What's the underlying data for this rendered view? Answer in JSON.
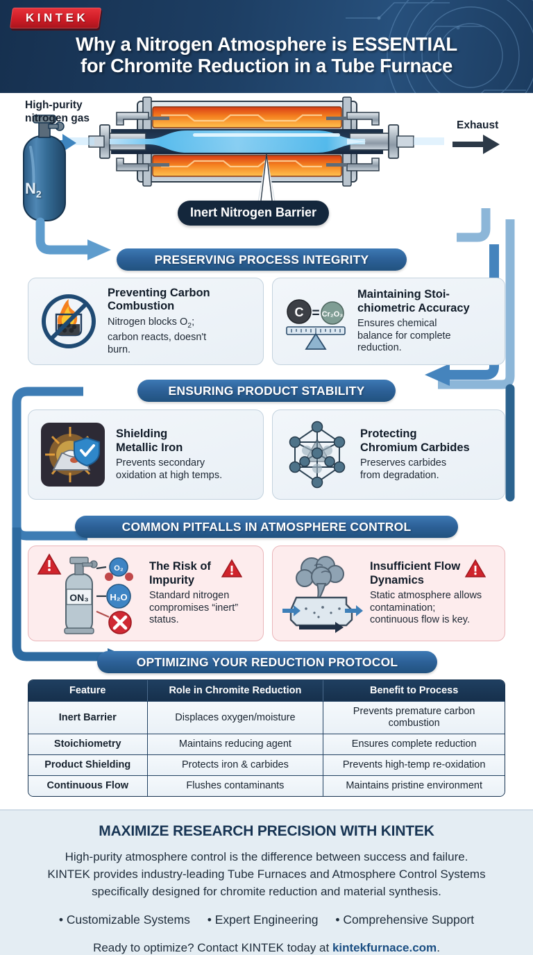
{
  "header": {
    "logo_text": "KINTEK",
    "title_line1": "Why a Nitrogen Atmosphere is ESSENTIAL",
    "title_line2": "for Chromite Reduction in a Tube Furnace",
    "bg_color": "#1d3e63"
  },
  "diagram": {
    "inlet_label": "High-purity\nnitrogen gas",
    "inlet_label_l1": "High-purity",
    "inlet_label_l2": "nitrogen gas",
    "cylinder_label": "N",
    "cylinder_sub": "2",
    "outlet_label": "Exhaust",
    "callout": "Inert Nitrogen Barrier"
  },
  "sections": [
    {
      "badge": "PRESERVING PROCESS INTEGRITY",
      "cards": [
        {
          "icon": "no-fire-beaker-icon",
          "title": "Preventing Carbon Combustion",
          "title_l1": "Preventing Carbon",
          "title_l2": "Combustion",
          "desc_l1": "Nitrogen blocks O",
          "desc_sub": "2",
          "desc_l1b": ";",
          "desc_l2": "carbon reacts, doesn't",
          "desc_l3": "burn."
        },
        {
          "icon": "balance-scale-icon",
          "title": "Maintaining Stoichiometric Accuracy",
          "title_l1": "Maintaining Stoi-",
          "title_l2": "chiometric Accuracy",
          "desc_l1": "Ensures chemical",
          "desc_l2": "balance for complete",
          "desc_l3": "reduction.",
          "icon_left_label": "C",
          "icon_eq": "=",
          "icon_right_label": "Cr₂O₃"
        }
      ]
    },
    {
      "badge": "ENSURING PRODUCT STABILITY",
      "cards": [
        {
          "icon": "shielded-iron-icon",
          "title": "Shielding Metallic Iron",
          "title_l1": "Shielding",
          "title_l2": "Metallic Iron",
          "desc_l1": "Prevents secondary",
          "desc_l2": "oxidation at high temps."
        },
        {
          "icon": "crystal-lattice-icon",
          "title": "Protecting Chromium Carbides",
          "title_l1": "Protecting",
          "title_l2": "Chromium Carbides",
          "desc_l1": "Preserves carbides",
          "desc_l2": "from degradation."
        }
      ]
    },
    {
      "badge": "COMMON PITFALLS IN ATMOSPHERE CONTROL",
      "warn": true,
      "cards": [
        {
          "icon": "impure-cylinder-icon",
          "title": "The Risk of Impurity",
          "title_l1": "The Risk of",
          "title_l2": "Impurity",
          "desc_l1": "Standard nitrogen",
          "desc_l2": "compromises “inert”",
          "desc_l3": "status.",
          "cyl_label": "ON₃",
          "mol_o2": "O₂",
          "mol_h2o": "H₂O"
        },
        {
          "icon": "stagnant-flow-icon",
          "title": "Insufficient Flow Dynamics",
          "title_l1": "Insufficient Flow",
          "title_l2": "Dynamics",
          "desc_l1": "Static atmosphere allows",
          "desc_l2": "contamination;",
          "desc_l3": "continuous flow is key."
        }
      ]
    },
    {
      "badge": "OPTIMIZING YOUR REDUCTION PROTOCOL"
    }
  ],
  "table": {
    "headers": [
      "Feature",
      "Role in Chromite Reduction",
      "Benefit to Process"
    ],
    "rows": [
      [
        "Inert Barrier",
        "Displaces oxygen/moisture",
        "Prevents premature carbon combustion"
      ],
      [
        "Stoichiometry",
        "Maintains reducing agent",
        "Ensures complete reduction"
      ],
      [
        "Product Shielding",
        "Protects iron & carbides",
        "Prevents high-temp re-oxidation"
      ],
      [
        "Continuous Flow",
        "Flushes contaminants",
        "Maintains pristine environment"
      ]
    ]
  },
  "footer": {
    "heading": "MAXIMIZE RESEARCH PRECISION WITH KINTEK",
    "body_l1": "High-purity atmosphere control is the difference between success and failure.",
    "body_l2": "KINTEK provides industry-leading Tube Furnaces and Atmosphere Control Systems",
    "body_l3": "specifically designed for chromite reduction and material synthesis.",
    "bullets": [
      "• Customizable Systems",
      "• Expert Engineering",
      "• Comprehensive Support"
    ],
    "cta_prefix": "Ready to optimize? Contact KINTEK today at ",
    "cta_link": "kintekfurnace.com",
    "cta_suffix": ".",
    "link_color": "#1a4e82"
  },
  "colors": {
    "accent_blue": "#2d6198",
    "dark_navy": "#16304c",
    "warn_red": "#d32b33",
    "flow_blue": "#3f7fbd"
  }
}
